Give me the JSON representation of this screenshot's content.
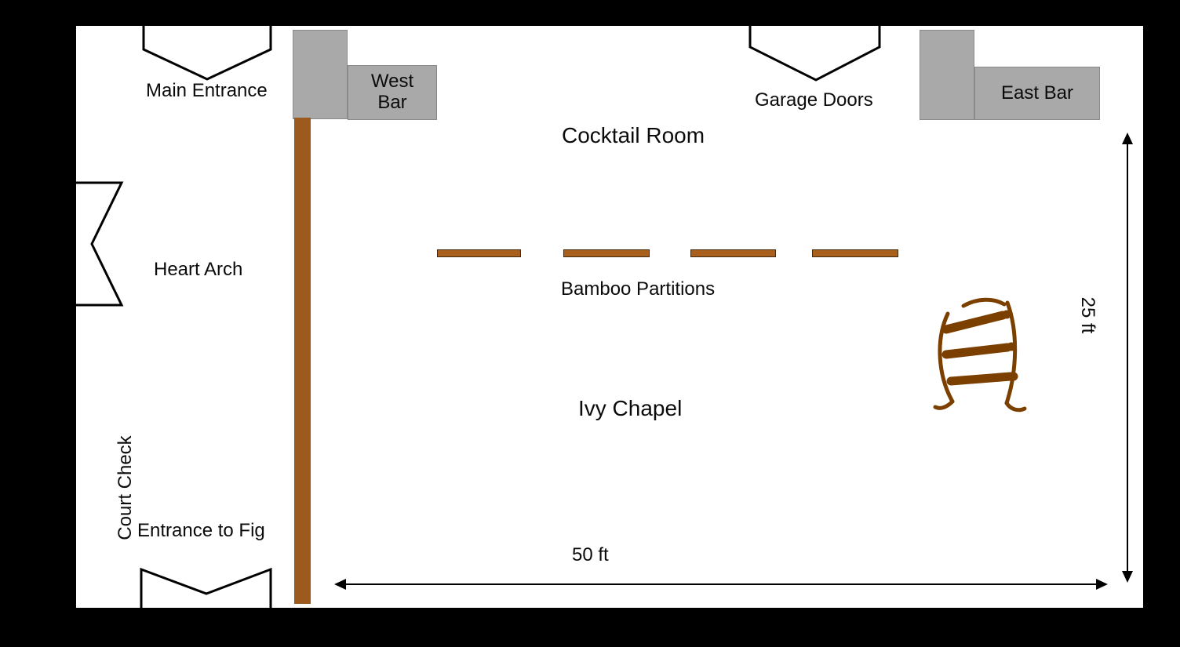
{
  "labels": {
    "main_entrance": "Main Entrance",
    "west_bar": "West Bar",
    "cocktail_room": "Cocktail Room",
    "garage_doors": "Garage Doors",
    "east_bar": "East Bar",
    "heart_arch": "Heart Arch",
    "bamboo_partitions": "Bamboo Partitions",
    "ivy_chapel": "Ivy Chapel",
    "court_check": "Court Check",
    "entrance_to_fig": "Entrance to Fig",
    "width_dimension": "50 ft",
    "height_dimension": "25 ft"
  },
  "colors": {
    "frame_background": "#000000",
    "floor": "#FFFFFF",
    "wall_brown": "#9C5A1E",
    "partition_brown": "#A8601C",
    "arch_sketch_brown": "#7B3F00",
    "bar_gray": "#A9A9A9",
    "line_black": "#000000"
  }
}
